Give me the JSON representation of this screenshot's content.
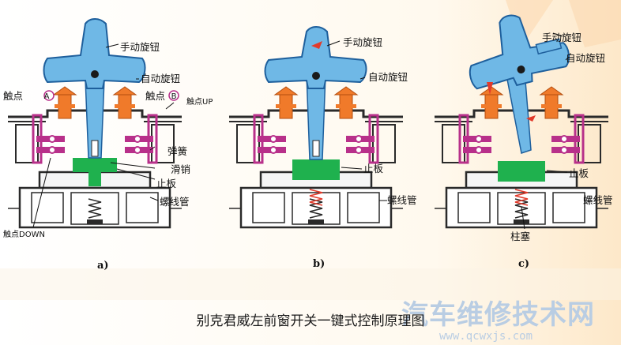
{
  "caption": "别克君威左前窗开关一键式控制原理图",
  "panels": [
    {
      "letter": "a)",
      "labels": {
        "manual_knob": "手动旋钮",
        "auto_knob": "自动旋钮",
        "contact_left": "触点",
        "contact_right": "触点",
        "contact_left_mark": "A",
        "contact_right_mark": "B",
        "contact_up": "触点UP",
        "spring": "弹簧",
        "slide_pin": "滑销",
        "stop_plate": "止板",
        "solenoid": "螺线管",
        "contact_down": "触点DOWN"
      }
    },
    {
      "letter": "b)",
      "labels": {
        "manual_knob": "手动旋钮",
        "auto_knob": "自动旋钮",
        "stop_plate": "止板",
        "solenoid": "螺线管"
      }
    },
    {
      "letter": "c)",
      "labels": {
        "manual_knob": "手动旋钮",
        "auto_knob": "自动旋钮",
        "stop_plate": "止板",
        "solenoid": "螺线管",
        "plunger": "柱塞"
      }
    }
  ],
  "watermark": {
    "text": "汽车维修技术网",
    "url": "www.qcwxjs.com"
  },
  "colors": {
    "knob": "#6fb8e6",
    "knob_stroke": "#1e5f9c",
    "spring_orange": "#f07a2a",
    "contact_magenta": "#b8308a",
    "stop_green": "#1fb14e",
    "housing": "#2a2a2a"
  }
}
